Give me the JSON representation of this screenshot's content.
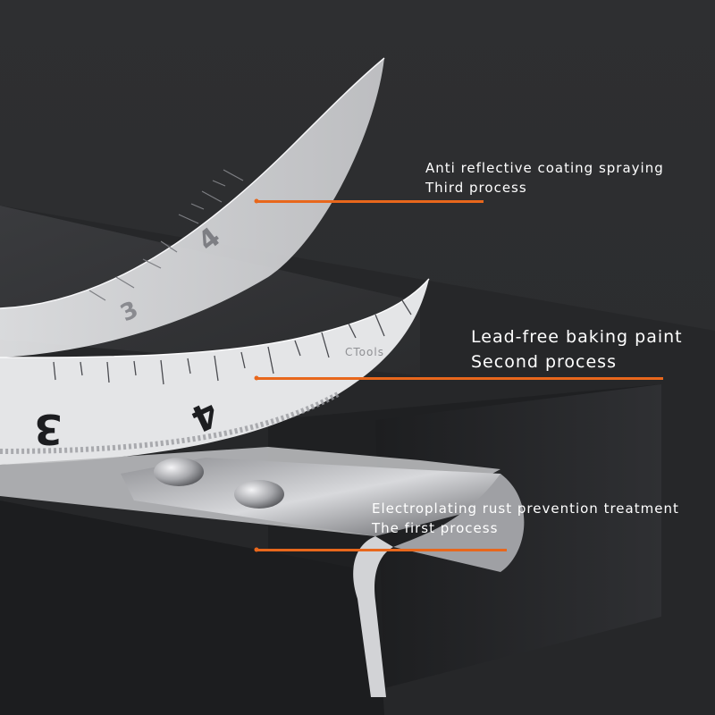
{
  "callouts": [
    {
      "line1": "Anti reflective coating spraying",
      "line2": "Third process"
    },
    {
      "line1": "Lead-free baking paint",
      "line2": "Second process"
    },
    {
      "line1": "Electroplating rust prevention treatment",
      "line2": "The first process"
    }
  ],
  "brand_mark": "CTools",
  "tape_numerals": [
    "3",
    "4",
    "3",
    "4"
  ],
  "colors": {
    "background": "#2d2e30",
    "accent": "#e8671c",
    "text": "#ffffff",
    "tape": "#dedfe2"
  }
}
